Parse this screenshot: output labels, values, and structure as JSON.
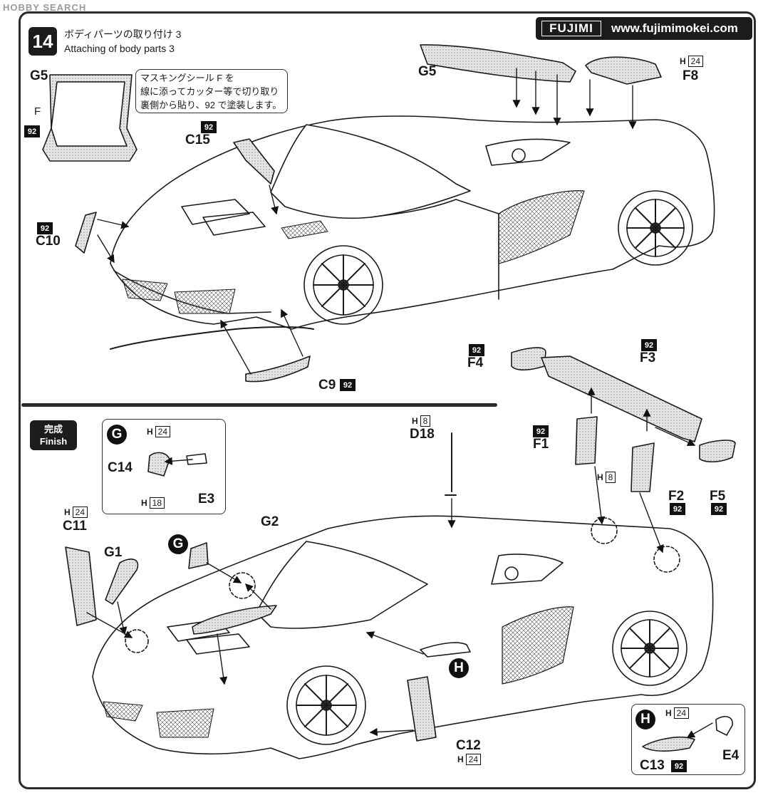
{
  "watermark": "HOBBY SEARCH",
  "step": {
    "number": "14",
    "title_jp": "ボディパーツの取り付け 3",
    "title_en": "Attaching of body parts 3"
  },
  "brand": {
    "logo": "FUJIMI",
    "url": "www.fujimimokei.com"
  },
  "note_lines": [
    "マスキングシール F を",
    "線に添ってカッター等で切り取り",
    "裏側から貼り、92 で塗装します。"
  ],
  "finish": {
    "jp": "完成",
    "en": "Finish"
  },
  "parts_top": {
    "g5_mask": "G5",
    "mask_f": "F",
    "g5_paint": "92",
    "c15_paint": "92",
    "c15": "C15",
    "c10_paint": "92",
    "c10": "C10",
    "g5_wing": "G5",
    "f8_h": "24",
    "f8": "F8",
    "c9": "C9",
    "c9_paint": "92",
    "f4_paint": "92",
    "f4": "F4",
    "f3_paint": "92",
    "f3": "F3"
  },
  "box_g": {
    "letter": "G",
    "h_top": "24",
    "c14": "C14",
    "h_bottom": "18",
    "e3": "E3"
  },
  "parts_bottom": {
    "d18_h": "8",
    "d18": "D18",
    "f1_paint": "92",
    "f1": "F1",
    "f_h": "8",
    "f2": "F2",
    "f2_paint": "92",
    "f5": "F5",
    "f5_paint": "92",
    "c11_h": "24",
    "c11": "C11",
    "g1": "G1",
    "g2": "G2",
    "g_circle": "G",
    "h_circle": "H",
    "c12": "C12",
    "c12_h": "24"
  },
  "box_h": {
    "letter": "H",
    "h_top": "24",
    "c13": "C13",
    "c13_paint": "92",
    "e4": "E4"
  },
  "hprefix": "H"
}
